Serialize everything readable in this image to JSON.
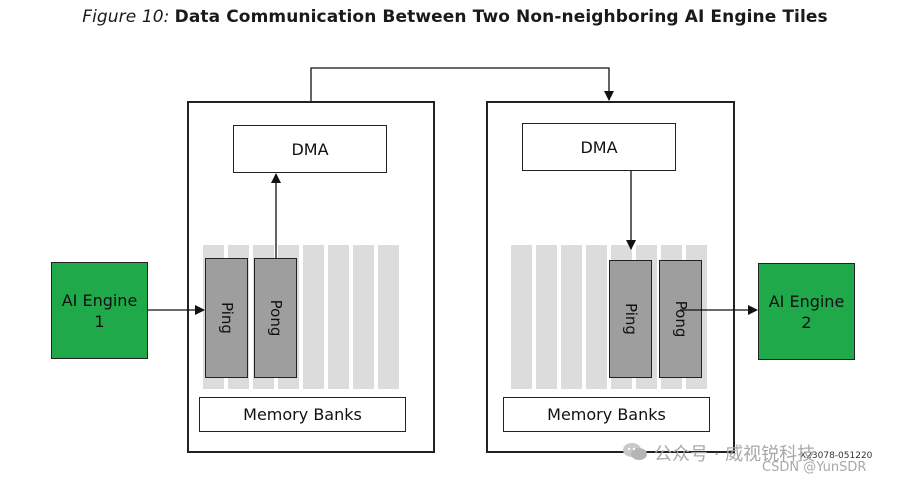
{
  "caption": {
    "figure_label": "Figure 10:",
    "title": "Data Communication Between Two Non-neighboring AI Engine Tiles"
  },
  "tiles": [
    {
      "dma_label": "DMA",
      "ping_label": "Ping",
      "pong_label": "Pong",
      "memory_label": "Memory Banks"
    },
    {
      "dma_label": "DMA",
      "ping_label": "Ping",
      "pong_label": "Pong",
      "memory_label": "Memory Banks"
    }
  ],
  "engines": {
    "left": {
      "line1": "AI Engine",
      "line2": "1"
    },
    "right": {
      "line1": "AI Engine",
      "line2": "2"
    }
  },
  "figure_id": "X23078-051220",
  "watermark": {
    "wechat": "公众号 · 威视锐科技",
    "csdn": "CSDN @YunSDR"
  },
  "colors": {
    "engine_green": "#1fa94a",
    "bank_gray": "#dcdcdc",
    "pingpong_gray": "#9e9e9e"
  }
}
